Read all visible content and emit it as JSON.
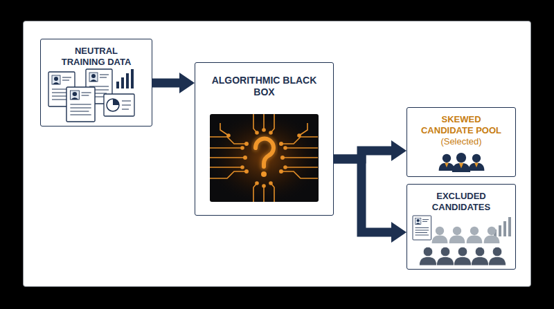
{
  "diagram": {
    "nodes": [
      {
        "text": [
          "NEUTRAL TRAINING DATA"
        ]
      },
      {
        "text": [
          "ALGORITHMIC BLACK BOX"
        ]
      },
      {
        "text": [
          "SKEWED CANDIDATE POOL",
          "(Selected)"
        ]
      },
      {
        "text": [
          "EXCLUDED CANDIDATES"
        ]
      }
    ],
    "edges": [
      {
        "from": 0,
        "to": 1,
        "arrow": "to"
      },
      {
        "from": 1,
        "to": 2,
        "arrow": "to"
      },
      {
        "from": 1,
        "to": 3,
        "arrow": "to"
      }
    ]
  }
}
